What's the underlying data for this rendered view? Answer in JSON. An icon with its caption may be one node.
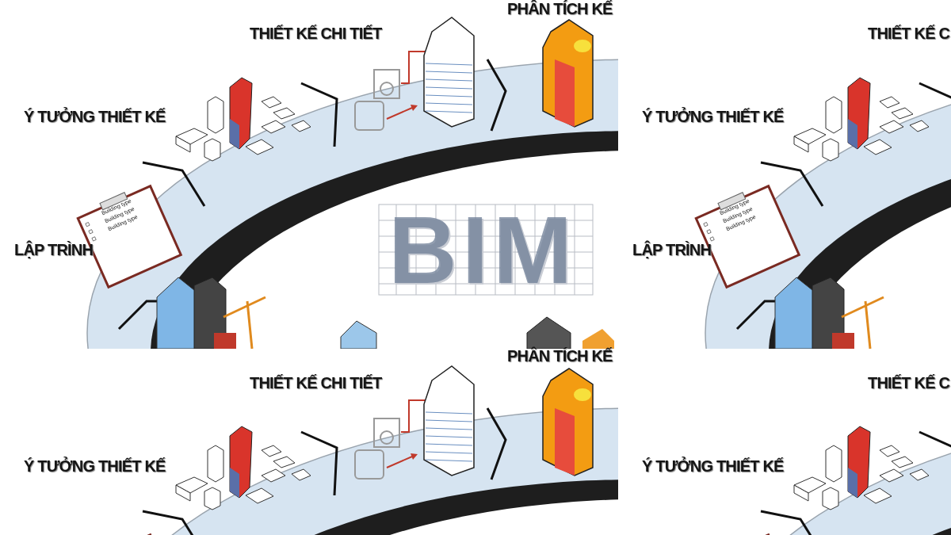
{
  "diagram": {
    "labels": [
      "PHÂN TÍCH KẾ",
      "THIẾT KẾ CHI TIẾT",
      "Ý TƯỞNG THIẾT KẾ",
      "Building type",
      "Building type",
      "Building type",
      "LẬP TRÌNH",
      "BIM",
      "THIẾT KẾ C",
      "Ý TƯỞNG THIẾT KẾ",
      "Building type",
      "Building type",
      "Building type",
      "LẬP TRÌNH",
      "PHÂN TÍCH KẾ",
      "THIẾT KẾ CHI TIẾT",
      "Ý TƯỞNG THIẾT KẾ",
      "THIẾT KẾ C",
      "Ý TƯỞNG THIẾT KẾ"
    ]
  }
}
